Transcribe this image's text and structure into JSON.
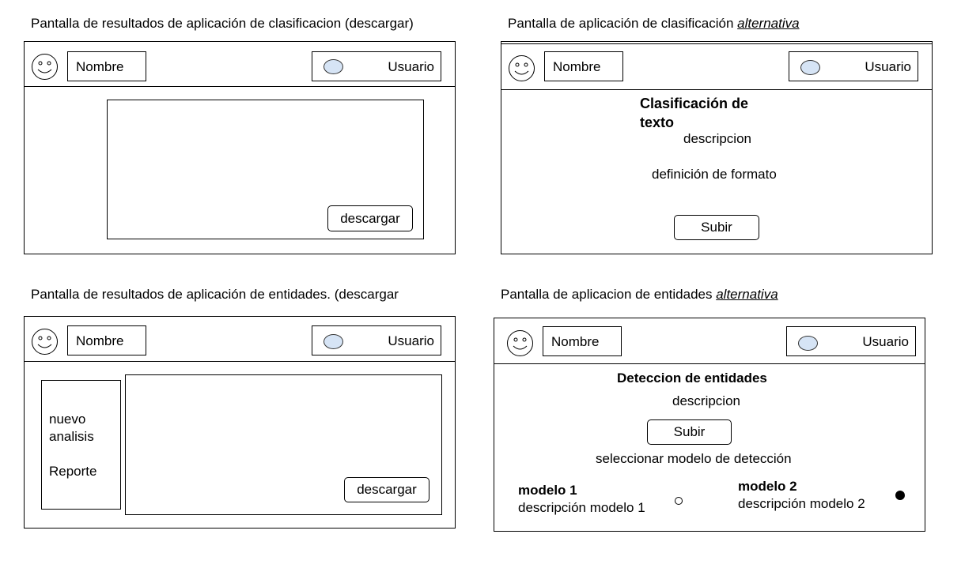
{
  "screens": {
    "cls_results": {
      "caption": "Pantalla de resultados de aplicación de clasificacion (descargar)",
      "name_label": "Nombre",
      "user_label": "Usuario",
      "download_label": "descargar"
    },
    "cls_alt": {
      "caption": "Pantalla de aplicación de clasificación",
      "caption_alt": "alternativa",
      "name_label": "Nombre",
      "user_label": "Usuario",
      "title_line1": "Clasificación de",
      "title_line2": "texto",
      "description": "descripcion",
      "format_def": "definición de formato",
      "upload_label": "Subir"
    },
    "ent_results": {
      "caption": "Pantalla de resultados de aplicación de entidades. (descargar",
      "name_label": "Nombre",
      "user_label": "Usuario",
      "menu_new_line1": "nuevo",
      "menu_new_line2": "analisis",
      "menu_report": "Reporte",
      "download_label": "descargar"
    },
    "ent_alt": {
      "caption": "Pantalla de aplicacion de entidades",
      "caption_alt": "alternativa",
      "name_label": "Nombre",
      "user_label": "Usuario",
      "title": "Deteccion de entidades",
      "description": "descripcion",
      "upload_label": "Subir",
      "select_model": "seleccionar modelo de detección",
      "model1_name": "modelo 1",
      "model1_desc": "descripción modelo 1",
      "model2_name": "modelo 2",
      "model2_desc": "descripción modelo 2"
    }
  },
  "colors": {
    "avatar_fill": "#d6e4f5",
    "stroke": "#000000"
  }
}
